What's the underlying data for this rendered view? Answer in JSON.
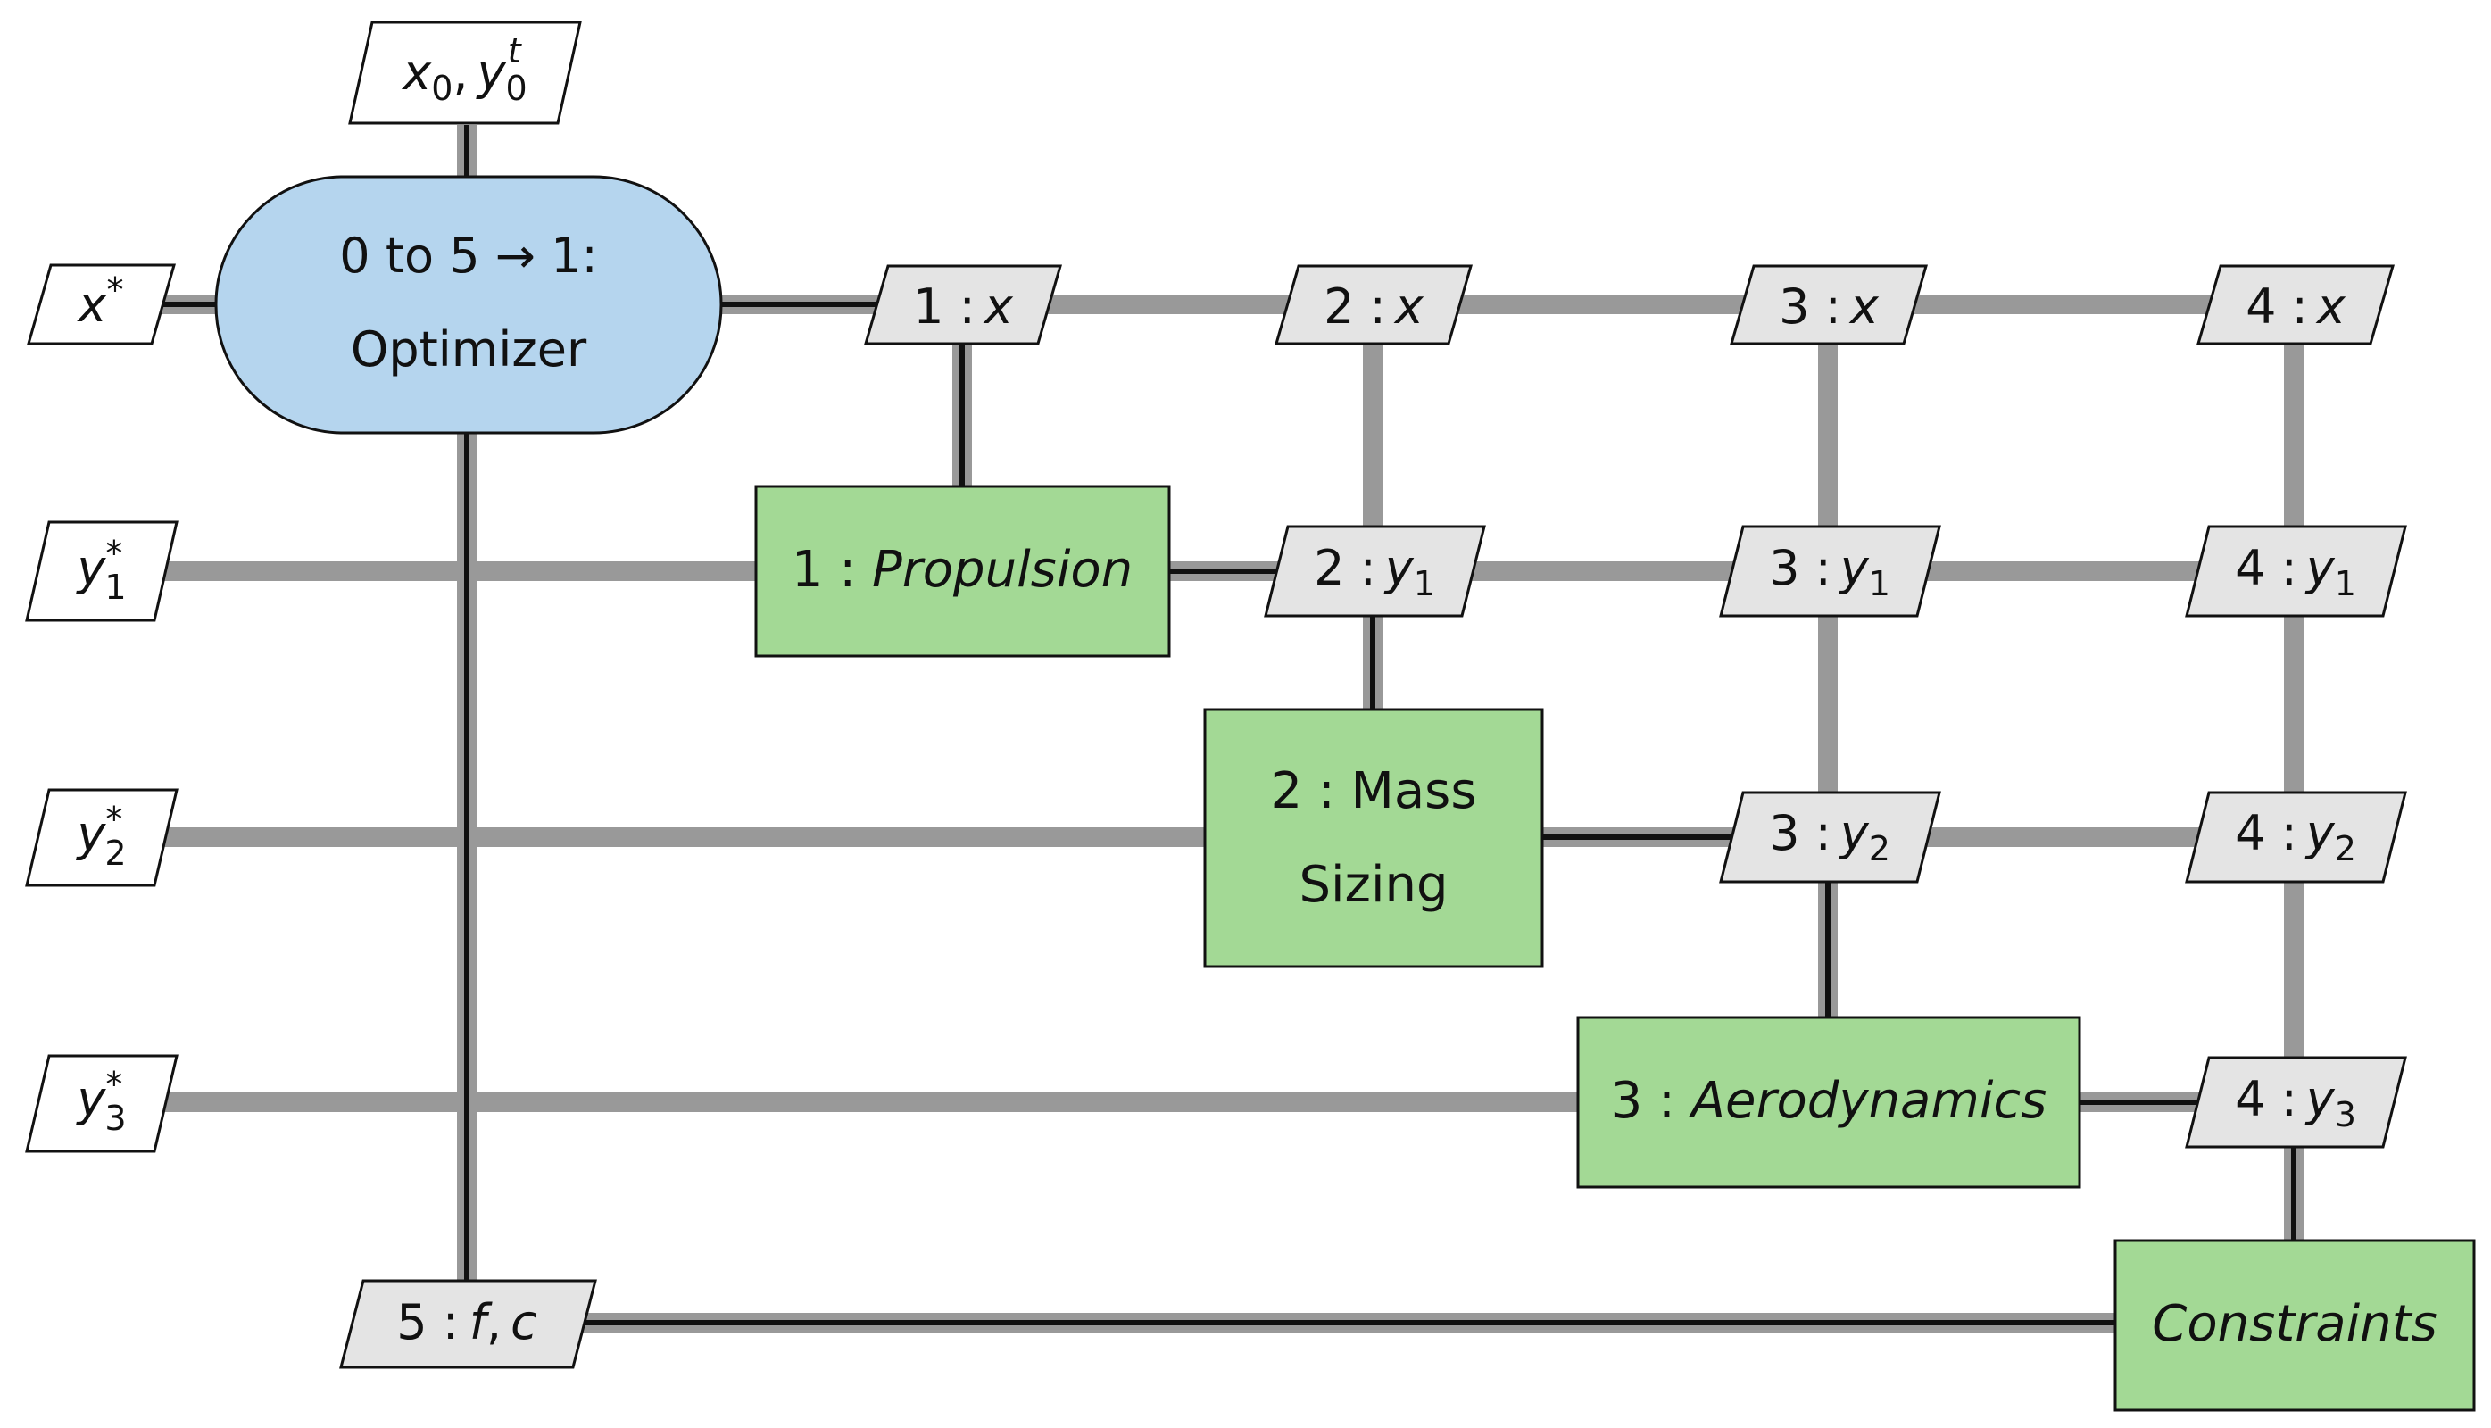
{
  "diagram": {
    "colors": {
      "background": "#ffffff",
      "data_line": "#999999",
      "process_line": "#111111",
      "optimizer_fill": "#b5d5ee",
      "discipline_fill": "#a3d995",
      "variable_fill": "#e4e4e4",
      "input_fill": "#ffffff",
      "border": "#111111"
    },
    "optimizer": {
      "line1": "0 to 5 → 1:",
      "line2": "Optimizer"
    },
    "disciplines": {
      "propulsion": {
        "step": "1 :",
        "name": "Propulsion"
      },
      "mass_sizing": {
        "line1": "2 : Mass",
        "line2": "Sizing"
      },
      "aerodynamics": {
        "step": "3 :",
        "name": "Aerodynamics"
      },
      "constraints": {
        "name": "Constraints"
      }
    },
    "inputs": {
      "x0_y0t": {
        "a": "x",
        "a_sub": "0",
        "sep": ",",
        "b": "y",
        "b_sub": "0",
        "b_sup": "t"
      },
      "x_star": {
        "v": "x",
        "sup": "*"
      },
      "y1_star": {
        "v": "y",
        "sub": "1",
        "sup": "*"
      },
      "y2_star": {
        "v": "y",
        "sub": "2",
        "sup": "*"
      },
      "y3_star": {
        "v": "y",
        "sub": "3",
        "sup": "*"
      }
    },
    "variables": {
      "x1": {
        "step": "1 :",
        "v": "x",
        "sub": ""
      },
      "x2": {
        "step": "2 :",
        "v": "x",
        "sub": ""
      },
      "x3": {
        "step": "3 :",
        "v": "x",
        "sub": ""
      },
      "x4": {
        "step": "4 :",
        "v": "x",
        "sub": ""
      },
      "y1_2": {
        "step": "2 :",
        "v": "y",
        "sub": "1"
      },
      "y1_3": {
        "step": "3 :",
        "v": "y",
        "sub": "1"
      },
      "y1_4": {
        "step": "4 :",
        "v": "y",
        "sub": "1"
      },
      "y2_3": {
        "step": "3 :",
        "v": "y",
        "sub": "2"
      },
      "y2_4": {
        "step": "4 :",
        "v": "y",
        "sub": "2"
      },
      "y3_4": {
        "step": "4 :",
        "v": "y",
        "sub": "3"
      },
      "fc5": {
        "step": "5 :",
        "a": "f",
        "sep": ",",
        "b": "c"
      }
    }
  }
}
